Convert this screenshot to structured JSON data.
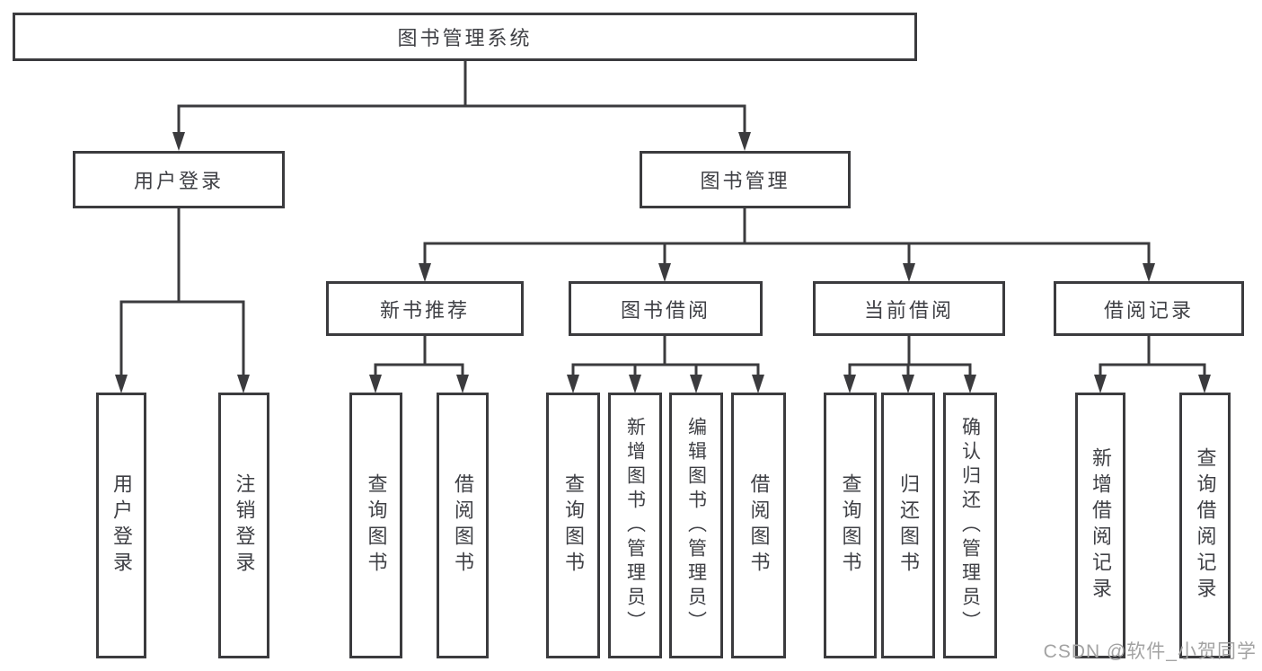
{
  "colors": {
    "line": "#3b3b3e",
    "text": "#3f4045",
    "bg": "#ffffff",
    "watermark": "#a3a3a3"
  },
  "watermark": "CSDN @软件_小贺同学",
  "tree": {
    "root": {
      "label": "图书管理系统"
    },
    "level1": [
      {
        "label": "用户登录",
        "children": [
          "用户登录",
          "注销登录"
        ]
      },
      {
        "label": "图书管理"
      }
    ],
    "level2": [
      {
        "label": "新书推荐",
        "children": [
          "查询图书",
          "借阅图书"
        ]
      },
      {
        "label": "图书借阅",
        "children": [
          "查询图书",
          "新增图书（管理员）",
          "编辑图书（管理员）",
          "借阅图书"
        ]
      },
      {
        "label": "当前借阅",
        "children": [
          "查询图书",
          "归还图书",
          "确认归还（管理员）"
        ]
      },
      {
        "label": "借阅记录",
        "children": [
          "新增借阅记录",
          "查询借阅记录"
        ]
      }
    ]
  }
}
